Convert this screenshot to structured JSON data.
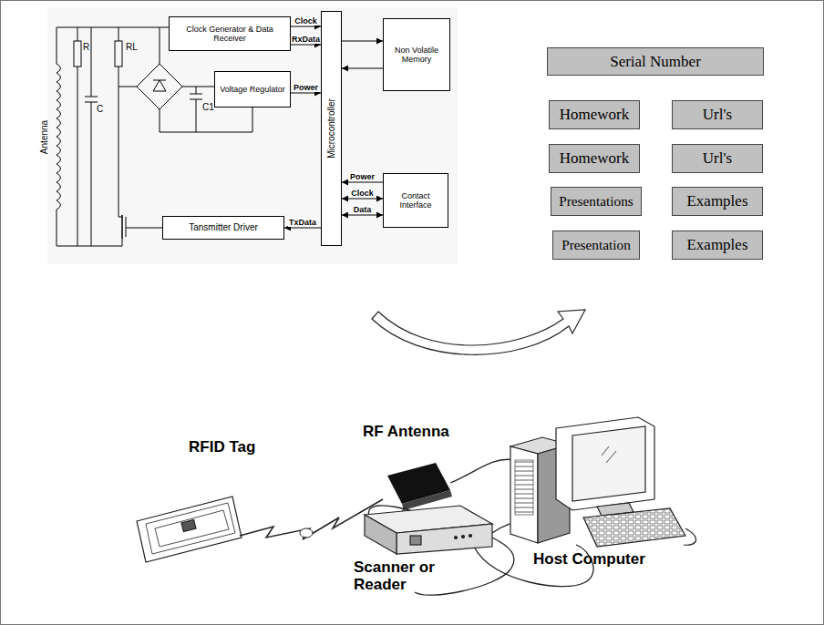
{
  "diagram": {
    "nodes": [
      {
        "text": [
          "Clock Generator & Data Receiver"
        ]
      },
      {
        "text": [
          "Voltage Regulator"
        ]
      },
      {
        "text": [
          "Tansmitter Driver"
        ]
      },
      {
        "text": [
          "Microcontroller"
        ]
      },
      {
        "text": [
          "Non Volatile Memory"
        ]
      },
      {
        "text": [
          "Contact Interface"
        ]
      },
      {
        "text": [
          "Serial Number"
        ]
      },
      {
        "text": [
          "Homework"
        ]
      },
      {
        "text": [
          "Url's"
        ]
      },
      {
        "text": [
          "Homework"
        ]
      },
      {
        "text": [
          "Url's"
        ]
      },
      {
        "text": [
          "Presentations"
        ]
      },
      {
        "text": [
          "Examples"
        ]
      },
      {
        "text": [
          "Presentation"
        ]
      },
      {
        "text": [
          "Examples"
        ]
      }
    ],
    "edges": [
      {
        "from": 0,
        "to": 3,
        "label": "Clock",
        "arrow": "to"
      },
      {
        "from": 0,
        "to": 3,
        "label": "RxData",
        "arrow": "to"
      },
      {
        "from": 1,
        "to": 3,
        "label": "Power",
        "arrow": "to"
      },
      {
        "from": 3,
        "to": 2,
        "label": "TxData",
        "arrow": "to"
      },
      {
        "from": 3,
        "to": 4,
        "arrow": "to"
      },
      {
        "from": 4,
        "to": 3,
        "arrow": "to"
      },
      {
        "from": 5,
        "to": 3,
        "label": "Power",
        "arrow": "to"
      },
      {
        "from": 5,
        "to": 3,
        "label": "Clock",
        "arrow": "both"
      },
      {
        "from": 5,
        "to": 3,
        "label": "Data",
        "arrow": "both"
      }
    ],
    "labels": [
      "R",
      "RL",
      "C",
      "C1",
      "Antenna",
      "RFID Tag",
      "RF Antenna",
      "Host Computer",
      "Scanner or Reader"
    ]
  }
}
